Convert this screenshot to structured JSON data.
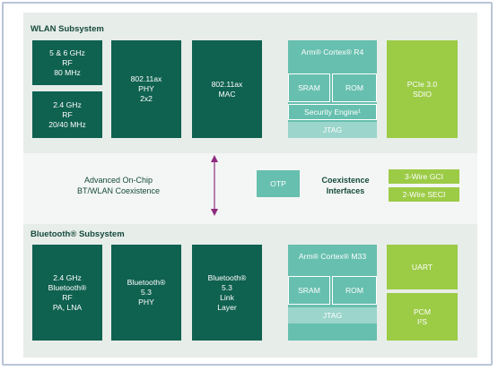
{
  "wlan": {
    "title": "WLAN Subsystem",
    "rf_5_6": [
      "5 & 6 GHz",
      "RF",
      "80 MHz"
    ],
    "rf_24": [
      "2.4 GHz",
      "RF",
      "20/40 MHz"
    ],
    "phy": [
      "802.11ax",
      "PHY",
      "2x2"
    ],
    "mac": [
      "802.11ax",
      "MAC"
    ],
    "cortex": "Arm® Cortex® R4",
    "sram": "SRAM",
    "rom": "ROM",
    "security": "Security Engine¹",
    "jtag": "JTAG",
    "pcie": [
      "PCIe 3.0",
      "SDIO"
    ]
  },
  "middle": {
    "coexistence_text": [
      "Advanced On-Chip",
      "BT/WLAN Coexistence"
    ],
    "otp": "OTP",
    "interfaces_label": [
      "Coexistence",
      "Interfaces"
    ],
    "gci": "3-Wire GCI",
    "seci": "2-Wire SECI"
  },
  "bt": {
    "title": "Bluetooth® Subsystem",
    "rf": [
      "2.4 GHz",
      "Bluetooth®",
      "RF",
      "PA, LNA"
    ],
    "phy": [
      "Bluetooth®",
      "5.3",
      "PHY"
    ],
    "link": [
      "Bluetooth®",
      "5.3",
      "Link",
      "Layer"
    ],
    "cortex": "Arm® Cortex® M33",
    "sram": "SRAM",
    "rom": "ROM",
    "jtag": "JTAG",
    "uart": "UART",
    "pcm": [
      "PCM",
      "I²S"
    ]
  },
  "colors": {
    "dark_block": "#0f6150",
    "teal_block": "#67bfaf",
    "green_block": "#9ccb46",
    "panel": "#e7ede9",
    "arrow": "#8e2a7e"
  }
}
